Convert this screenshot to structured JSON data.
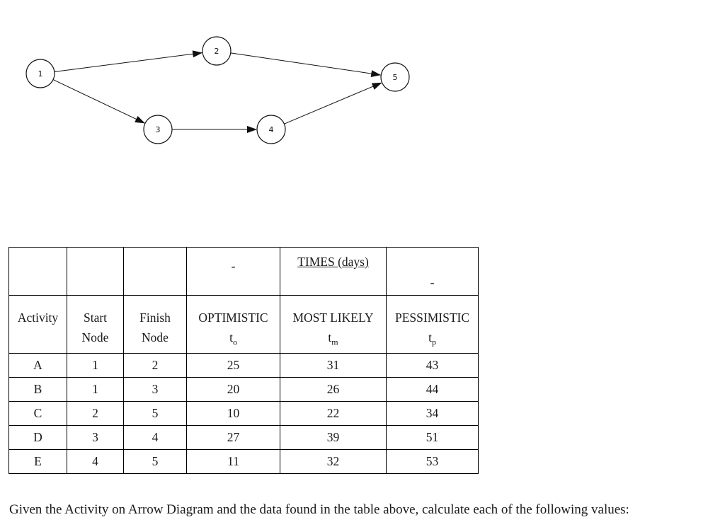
{
  "diagram": {
    "nodes": [
      {
        "id": "n1",
        "label": "1"
      },
      {
        "id": "n2",
        "label": "2"
      },
      {
        "id": "n3",
        "label": "3"
      },
      {
        "id": "n4",
        "label": "4"
      },
      {
        "id": "n5",
        "label": "5"
      }
    ],
    "edges": [
      {
        "from": "1",
        "to": "2"
      },
      {
        "from": "1",
        "to": "3"
      },
      {
        "from": "2",
        "to": "5"
      },
      {
        "from": "3",
        "to": "4"
      },
      {
        "from": "4",
        "to": "5"
      }
    ]
  },
  "table": {
    "times_title": "TIMES (days)",
    "dash_mid": "-",
    "dash_right": "-",
    "headers": {
      "activity": "Activity",
      "start": "Start",
      "start2": "Node",
      "finish": "Finish",
      "finish2": "Node",
      "optimistic": "OPTIMISTIC",
      "optimistic_sym": "t",
      "optimistic_sub": "o",
      "most_likely": "MOST LIKELY",
      "most_likely_sym": "t",
      "most_likely_sub": "m",
      "pessimistic": "PESSIMISTIC",
      "pessimistic_sym": "t",
      "pessimistic_sub": "p"
    },
    "rows": [
      {
        "activity": "A",
        "start": "1",
        "finish": "2",
        "to": "25",
        "tm": "31",
        "tp": "43"
      },
      {
        "activity": "B",
        "start": "1",
        "finish": "3",
        "to": "20",
        "tm": "26",
        "tp": "44"
      },
      {
        "activity": "C",
        "start": "2",
        "finish": "5",
        "to": "10",
        "tm": "22",
        "tp": "34"
      },
      {
        "activity": "D",
        "start": "3",
        "finish": "4",
        "to": "27",
        "tm": "39",
        "tp": "51"
      },
      {
        "activity": "E",
        "start": "4",
        "finish": "5",
        "to": "11",
        "tm": "32",
        "tp": "53"
      }
    ]
  },
  "caption": "Given the Activity on Arrow Diagram and the data found in the table above, calculate each of the following values:"
}
